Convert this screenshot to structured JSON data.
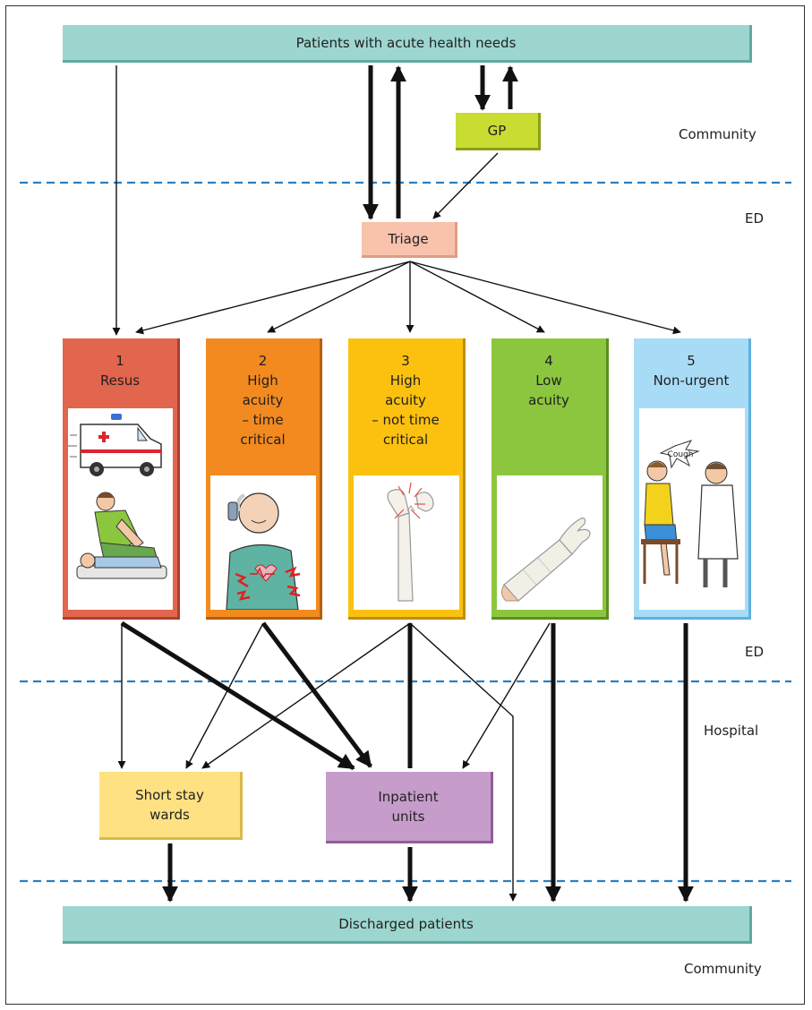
{
  "top_bar": {
    "label": "Patients with acute health needs"
  },
  "bottom_bar": {
    "label": "Discharged patients"
  },
  "gp": {
    "label": "GP"
  },
  "triage": {
    "label": "Triage"
  },
  "regions": {
    "community_top": "Community",
    "ed_top": "ED",
    "ed_bottom": "ED",
    "hospital": "Hospital",
    "community_bottom": "Community"
  },
  "categories": [
    {
      "lines": [
        "1",
        "Resus"
      ],
      "color": "#e2654e"
    },
    {
      "lines": [
        "2",
        "High",
        "acuity",
        "– time",
        "critical"
      ],
      "color": "#f28a1f"
    },
    {
      "lines": [
        "3",
        "High",
        "acuity",
        "– not time",
        "critical"
      ],
      "color": "#fcc10f"
    },
    {
      "lines": [
        "4",
        "Low",
        "acuity"
      ],
      "color": "#8cc63f"
    },
    {
      "lines": [
        "5",
        "Non-urgent"
      ],
      "color": "#a8dcf6"
    }
  ],
  "short_stay": {
    "label_line1": "Short stay",
    "label_line2": "wards"
  },
  "inpatient": {
    "label_line1": "Inpatient",
    "label_line2": "units"
  },
  "illustrations": {
    "cat1_top": "ambulance-icon",
    "cat1_bottom": "cpr-icon",
    "cat2": "chest-pain-icon",
    "cat3": "fractured-bone-icon",
    "cat4": "arm-cast-icon",
    "cat5": "cough-icon",
    "cough_text": "Cough"
  },
  "colors": {
    "bar": "#9dd6cf",
    "gp": "#c8dc32",
    "triage": "#f9c2ad",
    "short_stay": "#fde183",
    "inpatient": "#c69ccb",
    "divider": "#2a7fc1"
  }
}
